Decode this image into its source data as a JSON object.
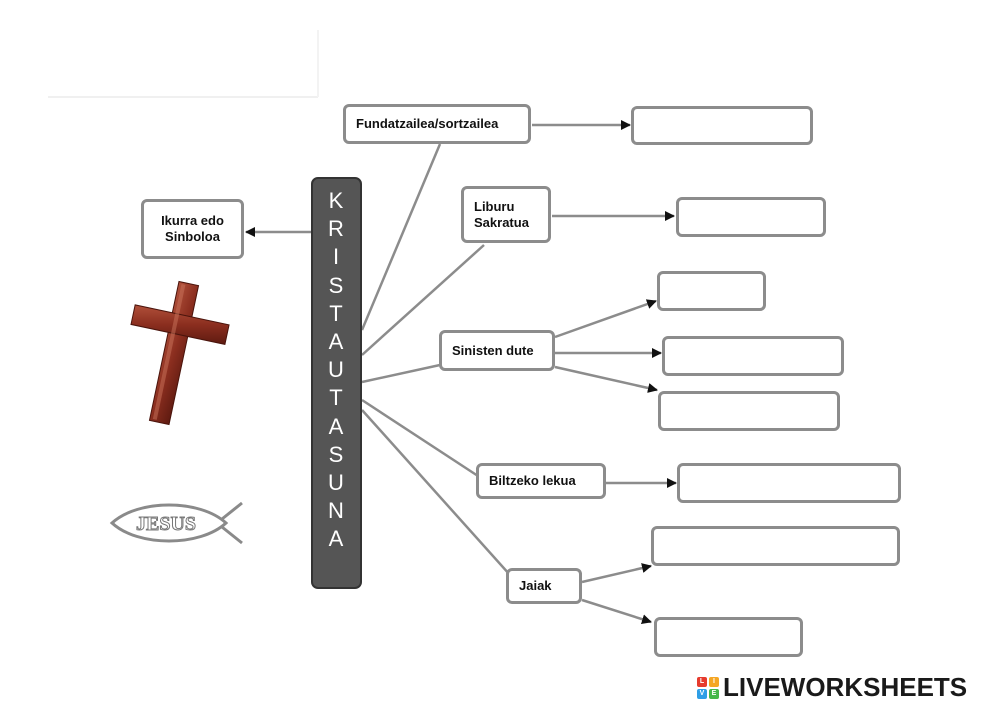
{
  "central_label": "KRISTAUTASUNA",
  "concepts": {
    "symbol": "Ikurra edo Sinboloa",
    "founder": "Fundatzailea/sortzailea",
    "book": "Liburu Sakratua",
    "beliefs": "Sinisten dute",
    "place": "Biltzeko lekua",
    "feasts": "Jaiak"
  },
  "images": {
    "cross": "cross-icon",
    "fish": "ichthys-fish-icon",
    "fish_text": "JESUS"
  },
  "brand": {
    "name": "LIVEWORKSHEETS",
    "logo_letters": [
      "L",
      "I",
      "V",
      "E"
    ],
    "logo_colors": [
      "#e63b2e",
      "#f5a623",
      "#2e9ee6",
      "#46b84a"
    ]
  },
  "colors": {
    "line": "#8c8c8c",
    "box_border": "#8c8c8c",
    "central_fill": "#555555",
    "cross_wood": "#8b2e1f"
  }
}
